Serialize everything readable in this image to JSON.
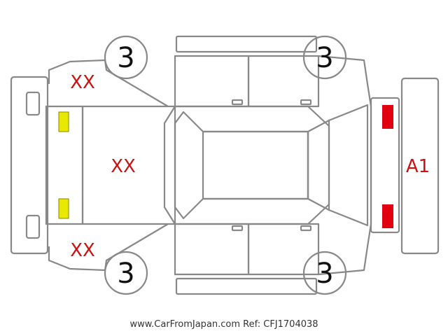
{
  "tires": {
    "front_left": "3",
    "rear_left": "3",
    "front_right": "3",
    "rear_right": "3"
  },
  "marks": {
    "front_corner_top": "XX",
    "front_corner_bottom": "XX",
    "hood": "XX",
    "rear": "A1"
  },
  "footer": "www.CarFromJapan.com Ref: CFJ1704038",
  "colors": {
    "outline": "#888888",
    "mark_text": "#cc1111",
    "front_light": "#e8e800",
    "rear_light": "#e00010"
  }
}
